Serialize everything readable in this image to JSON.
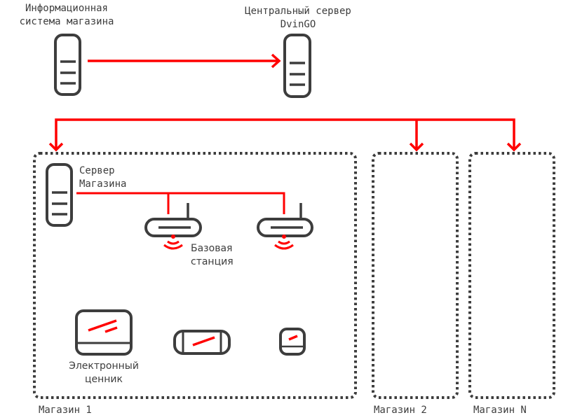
{
  "colors": {
    "accent": "#ff0000",
    "stroke": "#3d3d3d",
    "background": "#ffffff"
  },
  "nodes": {
    "info_system": {
      "label_line1": "Информационная",
      "label_line2": "система магазина",
      "icon": "server-icon"
    },
    "central_server": {
      "label_line1": "Центральный сервер",
      "label_line2": "DvinGO",
      "icon": "server-icon"
    },
    "store_server": {
      "label_line1": "Сервер",
      "label_line2": "Магазина",
      "icon": "server-icon"
    },
    "base_station": {
      "label_line1": "Базовая",
      "label_line2": "станция",
      "icon": "router-icon"
    },
    "price_tag": {
      "label_line1": "Электронный",
      "label_line2": "ценник",
      "icon": "price-tag-icon"
    }
  },
  "stores": [
    {
      "label": "Магазин 1"
    },
    {
      "label": "Магазин 2"
    },
    {
      "label": "Магазин N"
    }
  ],
  "connections": [
    {
      "from": "Информационная система магазина",
      "to": "Центральный сервер DvinGO",
      "type": "arrow"
    },
    {
      "from": "Центральный сервер DvinGO",
      "to": "Магазин 1",
      "type": "arrow"
    },
    {
      "from": "Центральный сервер DvinGO",
      "to": "Магазин 2",
      "type": "arrow"
    },
    {
      "from": "Центральный сервер DvinGO",
      "to": "Магазин N",
      "type": "arrow"
    },
    {
      "from": "Сервер Магазина",
      "to": "Базовая станция",
      "type": "line"
    }
  ]
}
